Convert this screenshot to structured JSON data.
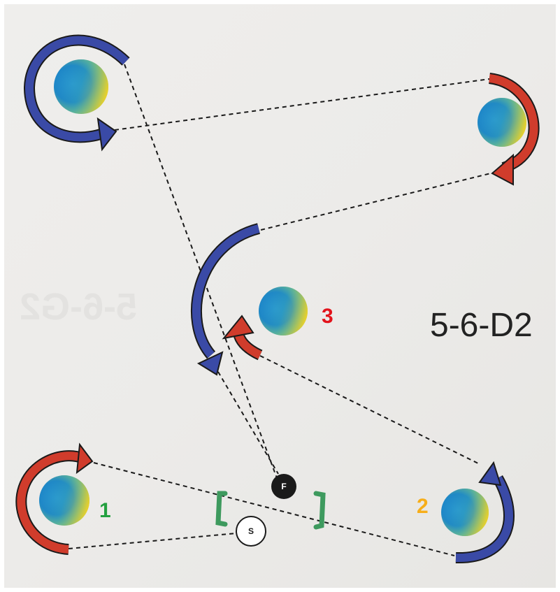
{
  "title": "5-6-D2",
  "ghost_text": "5-6-G2",
  "markers": {
    "finish": "F",
    "start": "S"
  },
  "numbers": {
    "one": "1",
    "two": "2",
    "three": "3"
  },
  "colors": {
    "blue_arrow": "#3a4aa6",
    "red_arrow": "#d03c2c",
    "bracket_green": "#3e9a5e",
    "num1_green": "#24a040",
    "num2_orange": "#f7ae1a",
    "num3_red": "#e2131b",
    "ball_blue": "#1e87c8",
    "ball_yellow": "#f5d321"
  }
}
